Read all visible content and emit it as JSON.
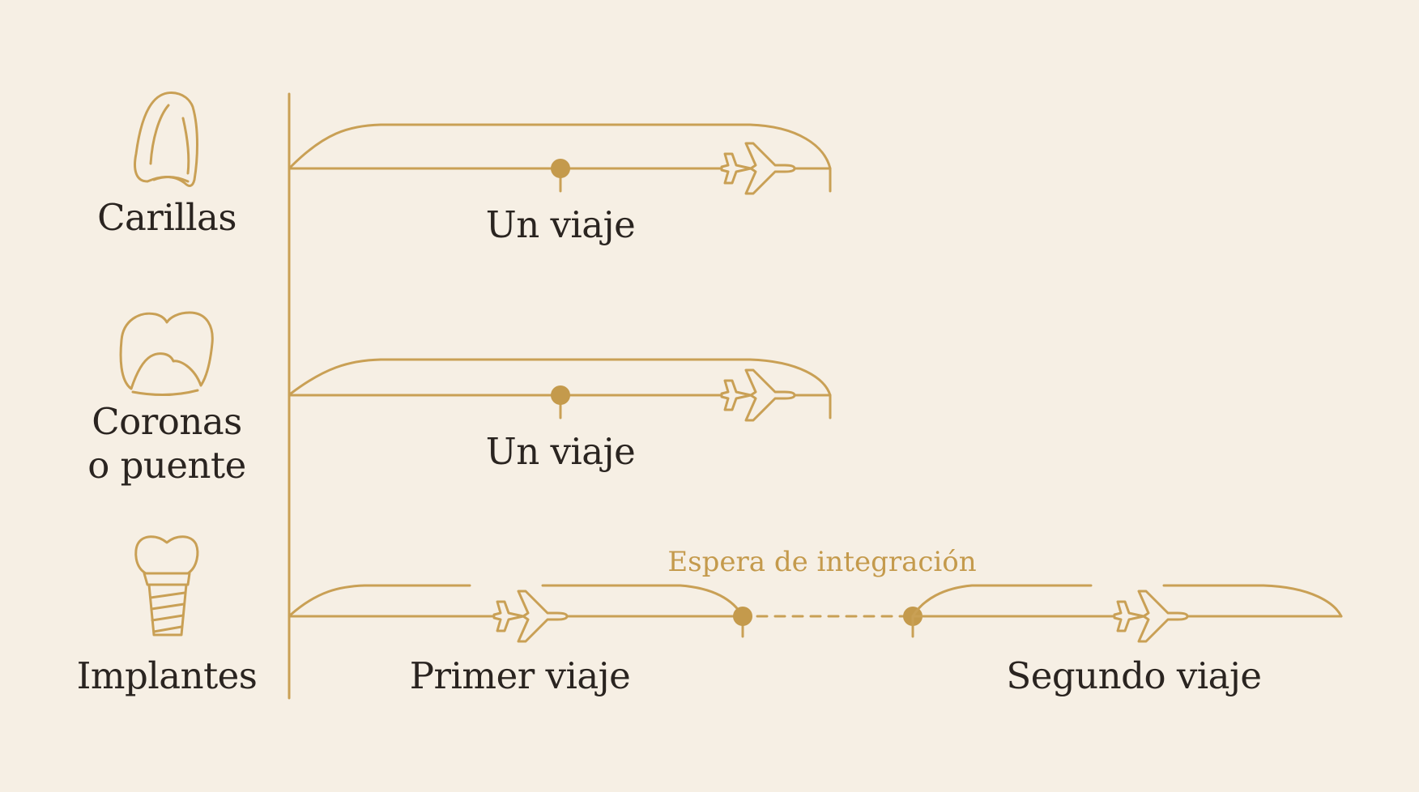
{
  "colors": {
    "background": "#f6efe4",
    "accent": "#c49a4c",
    "line": "#c9a055",
    "text": "#2a2420"
  },
  "rows": [
    {
      "icon": "veneer-icon",
      "label_line1": "Carillas",
      "label_line2": "",
      "trips": [
        {
          "label": "Un viaje"
        }
      ]
    },
    {
      "icon": "crown-tooth-icon",
      "label_line1": "Coronas",
      "label_line2": "o puente",
      "trips": [
        {
          "label": "Un viaje"
        }
      ]
    },
    {
      "icon": "implant-icon",
      "label_line1": "Implantes",
      "label_line2": "",
      "trips": [
        {
          "label": "Primer viaje"
        },
        {
          "label": "Segundo viaje"
        }
      ],
      "wait_label": "Espera de integración"
    }
  ]
}
